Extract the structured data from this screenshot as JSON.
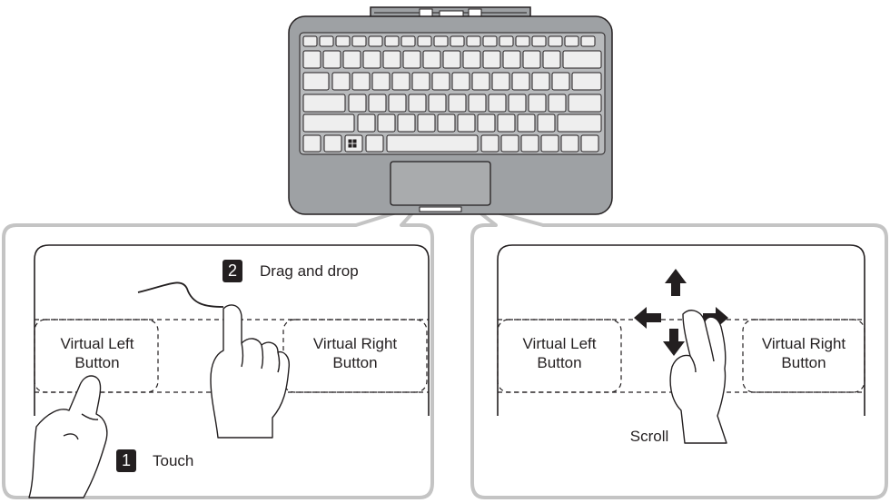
{
  "left_panel": {
    "step2": {
      "number": "2",
      "label": "Drag and drop"
    },
    "step1": {
      "number": "1",
      "label": "Touch"
    },
    "virtual_left": {
      "line1": "Virtual Left",
      "line2": "Button"
    },
    "virtual_right": {
      "line1": "Virtual Right",
      "line2": "Button"
    }
  },
  "right_panel": {
    "virtual_left": {
      "line1": "Virtual Left",
      "line2": "Button"
    },
    "virtual_right": {
      "line1": "Virtual Right",
      "line2": "Button"
    },
    "gesture_label": "Scroll"
  },
  "colors": {
    "keyboard_body": "#9ea1a4",
    "key_fill": "#eeeeee",
    "panel_border": "#c4c4c4",
    "ink": "#231f20"
  },
  "icons": [
    "windows-key-icon",
    "touch-hand-icon",
    "drag-hand-icon",
    "scroll-hand-icon",
    "arrow-up-icon",
    "arrow-down-icon",
    "arrow-left-icon",
    "arrow-right-icon"
  ]
}
